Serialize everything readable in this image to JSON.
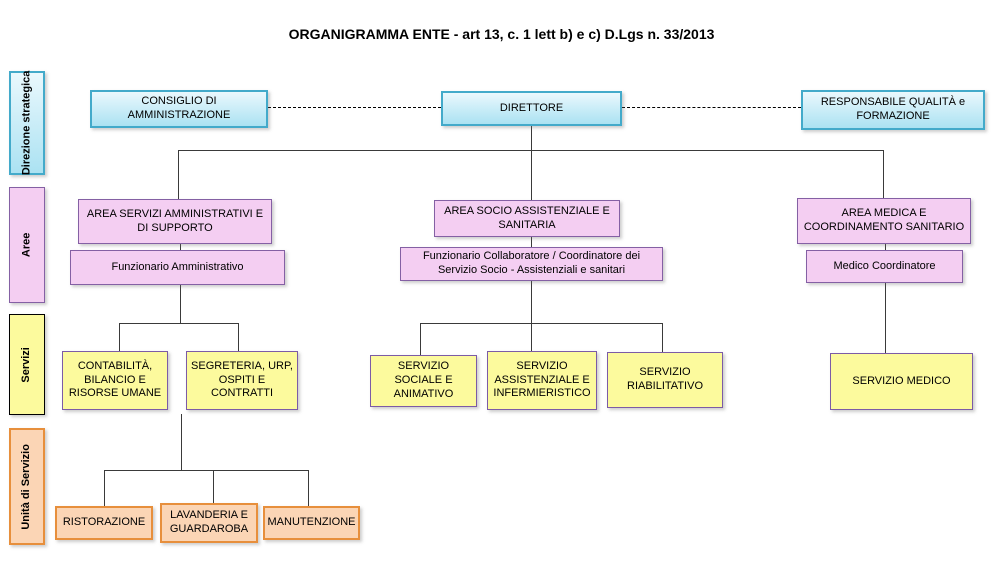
{
  "title": "ORGANIGRAMMA ENTE - art 13, c. 1 lett b) e c) D.Lgs n. 33/2013",
  "sidebar": {
    "direzione_strategica": "Direzione strategica",
    "aree": "Aree",
    "servizi": "Servizi",
    "unita_di_servizio": "Unità  di Servizio"
  },
  "direzione": {
    "consiglio": "CONSIGLIO DI AMMINISTRAZIONE",
    "direttore": "DIRETTORE",
    "responsabile": "RESPONSABILE QUALITÀ e FORMAZIONE"
  },
  "aree": {
    "area_amministrativa": "AREA SERVIZI AMMINISTRATIVI E DI SUPPORTO",
    "area_socio": "AREA SOCIO ASSISTENZIALE E SANITARIA",
    "area_medica": "AREA MEDICA E COORDINAMENTO SANITARIO",
    "funzionario_amministrativo": "Funzionario Amministrativo",
    "funzionario_collaboratore": "Funzionario Collaboratore / Coordinatore dei Servizio Socio - Assistenziali e sanitari",
    "medico_coordinatore": "Medico Coordinatore"
  },
  "servizi": {
    "contabilita": "CONTABILITÀ, BILANCIO E RISORSE UMANE",
    "segreteria": "SEGRETERIA, URP, OSPITI E CONTRATTI",
    "sociale": "SERVIZIO SOCIALE E ANIMATIVO",
    "assistenziale": "SERVIZIO ASSISTENZIALE E INFERMIERISTICO",
    "riabilitativo": "SERVIZIO RIABILITATIVO",
    "medico": "SERVIZIO MEDICO"
  },
  "unita": {
    "ristorazione": "RISTORAZIONE",
    "lavanderia": "LAVANDERIA E GUARDAROBA",
    "manutenzione": "MANUTENZIONE"
  },
  "colors": {
    "blue_fill_top": "#EAF8FD",
    "blue_fill_bottom": "#ABE2F2",
    "blue_border": "#43AACA",
    "pink_fill": "#F4CEF2",
    "pink_border": "#8460A4",
    "yellow_fill": "#FCFA9D",
    "yellow_border": "#7C5BA6",
    "orange_fill": "#FBD5B5",
    "orange_border": "#E78F3C",
    "line": "#3a3a3a"
  }
}
